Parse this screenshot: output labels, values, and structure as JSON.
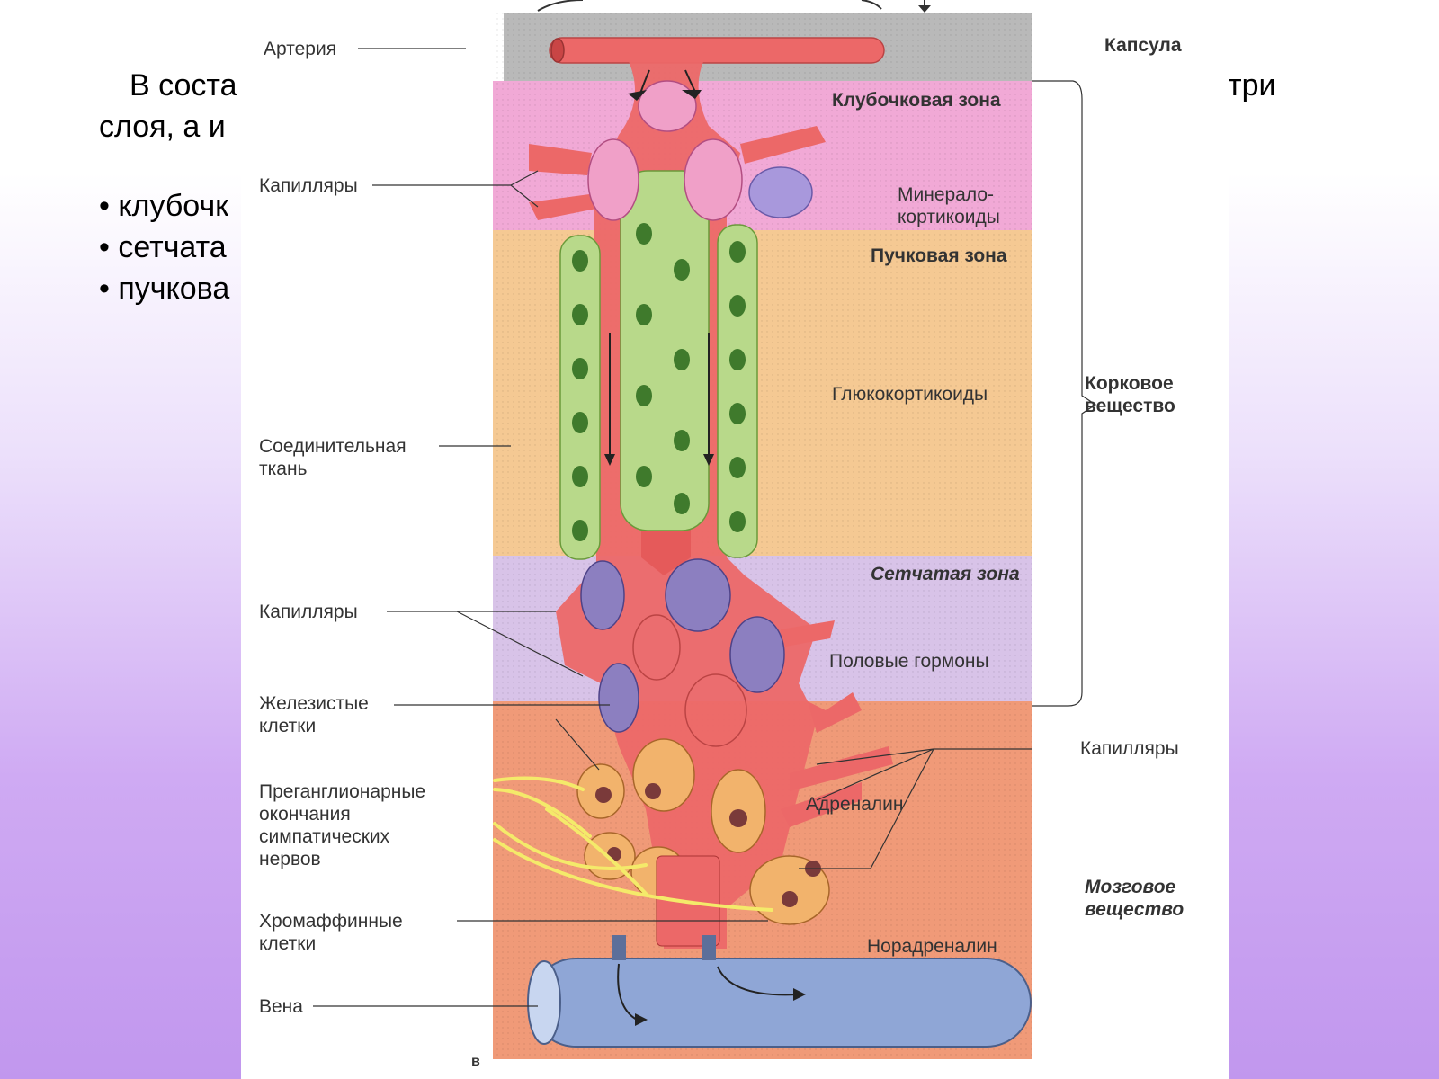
{
  "slide": {
    "intro_start": "В соста",
    "intro_end": "т три",
    "intro_line2": "слоя, а и",
    "bullets": [
      "• клубочк",
      "• сетчата",
      "• пучкова"
    ]
  },
  "figure": {
    "labels": {
      "artery": "Артерия",
      "capillaries_top": "Капилляры",
      "connective_tissue": "Соединительная\nткань",
      "capillaries_mid": "Капилляры",
      "glandular_cells": "Железистые\nклетки",
      "preganglionic": "Преганглионарные\nокончания\nсимпатических\nнервов",
      "chromaffin": "Хромаффинные\nклетки",
      "vein": "Вена",
      "capsule": "Капсула",
      "zona_glomerulosa": "Клубочковая зона",
      "mineralocorticoids": "Минерало-\nкортикоиды",
      "zona_fasciculata": "Пучковая зона",
      "glucocorticoids": "Глюкокортикоиды",
      "cortex": "Корковое\nвещество",
      "zona_reticularis": "Сетчатая зона",
      "sex_hormones": "Половые гормоны",
      "capillaries_right": "Капилляры",
      "adrenaline": "Адреналин",
      "medulla": "Мозговое\nвещество",
      "noradrenaline": "Норадреналин",
      "panel_letter": "в"
    },
    "colors": {
      "capsule": "#b9b9b9",
      "glomerulosa": "#f1a9d6",
      "fasciculata": "#f5c993",
      "reticularis": "#d8c3e8",
      "medulla": "#f09a78",
      "vessel": "#ec6868",
      "vein": "#8fa6d6",
      "green_cell": "#b8d98a",
      "purple_cell": "#8c7fc0",
      "orange_cell": "#f2b36c",
      "nerve": "#f4ea6a"
    }
  }
}
